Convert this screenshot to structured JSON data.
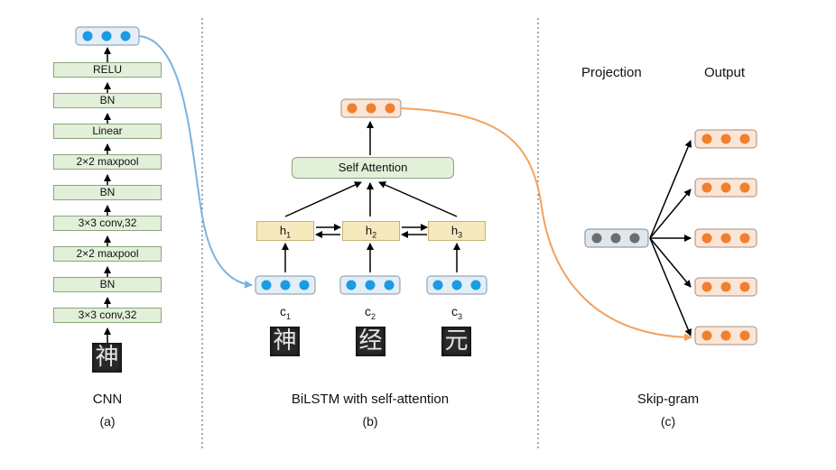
{
  "cnn": {
    "layers": [
      "RELU",
      "BN",
      "Linear",
      "2×2 maxpool",
      "BN",
      "3×3 conv,32",
      "2×2 maxpool",
      "BN",
      "3×3 conv,32"
    ],
    "glyph": "神",
    "title": "CNN",
    "sub": "(a)"
  },
  "bilstm": {
    "attention": "Self Attention",
    "hidden": [
      {
        "h": "h",
        "i": "1"
      },
      {
        "h": "h",
        "i": "2"
      },
      {
        "h": "h",
        "i": "3"
      }
    ],
    "chars": [
      {
        "c": "c",
        "i": "1"
      },
      {
        "c": "c",
        "i": "2"
      },
      {
        "c": "c",
        "i": "3"
      }
    ],
    "glyphs": [
      "神",
      "经",
      "元"
    ],
    "title": "BiLSTM with self-attention",
    "sub": "(b)"
  },
  "skipgram": {
    "projection": "Projection",
    "output": "Output",
    "title": "Skip-gram",
    "sub": "(c)"
  },
  "colors": {
    "blue_dot": "#1a9be6",
    "orange_dot": "#f07f2e",
    "gray_dot": "#6d6d6d",
    "blue_curve": "#7ab3e0",
    "orange_curve": "#f2a15f",
    "layer_fill": "#e2f0da",
    "hidden_fill": "#f6e9bd"
  }
}
